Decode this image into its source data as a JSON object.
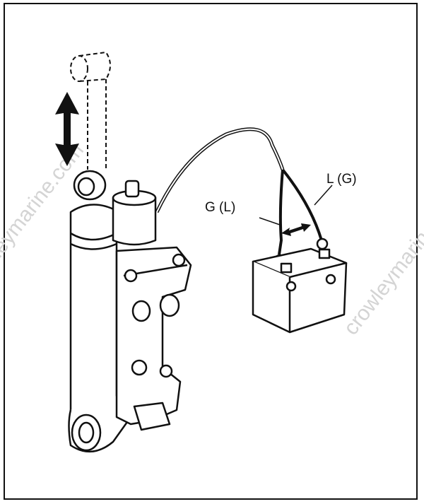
{
  "labels": {
    "ground_lead": "G (L)",
    "live_lead": "L (G)"
  },
  "watermark": {
    "left": "crowleymarine.com",
    "right": "crowleymarine.com"
  },
  "colors": {
    "line": "#111111",
    "watermark": "#d4d4d4"
  }
}
